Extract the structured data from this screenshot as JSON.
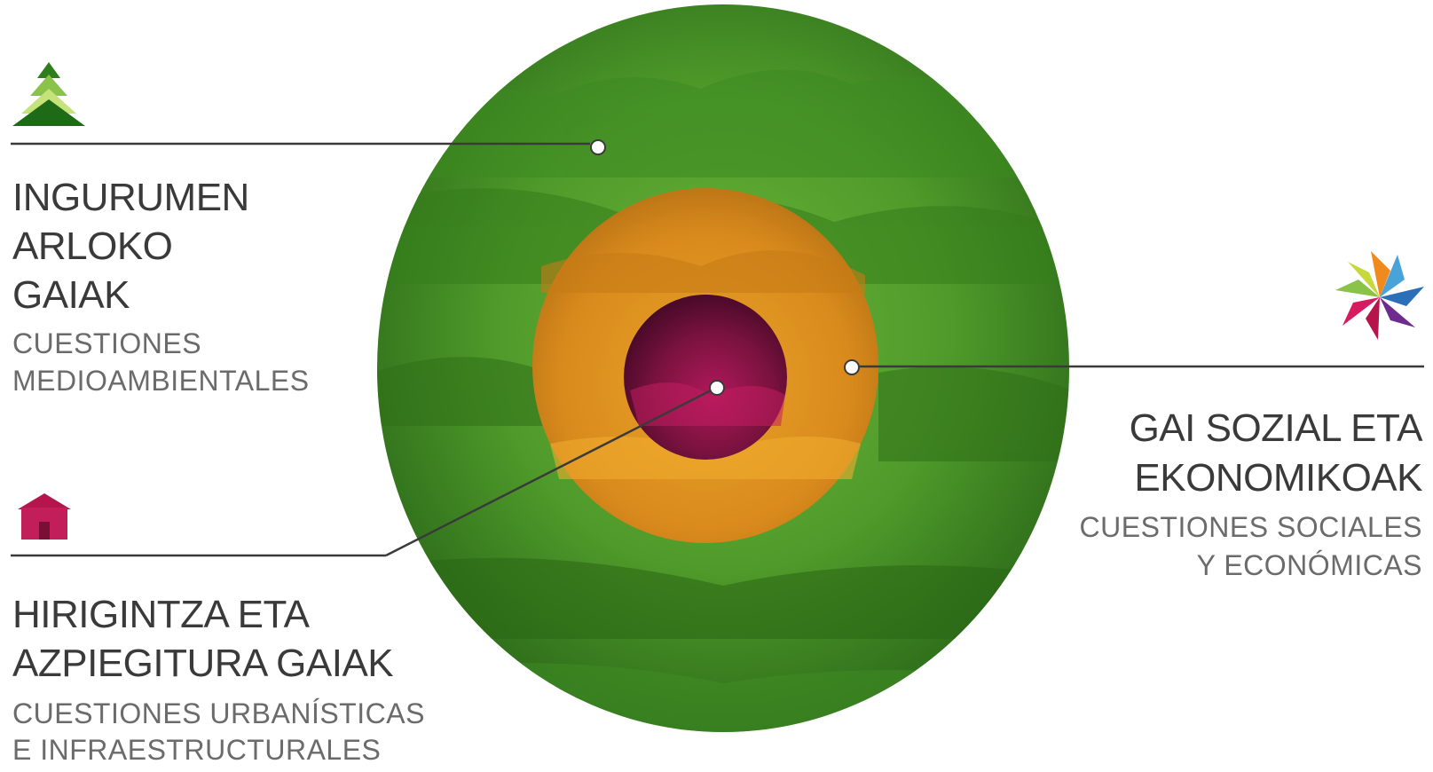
{
  "environmental": {
    "title_lines": [
      "INGURUMEN",
      "ARLOKO",
      "GAIAK"
    ],
    "subtitle_lines": [
      "CUESTIONES",
      "MEDIOAMBIENTALES"
    ],
    "icon": "pine-tree-icon",
    "color": "#2e7d1e"
  },
  "urban": {
    "title_lines": [
      "HIRIGINTZA ETA",
      "AZPIEGITURA GAIAK"
    ],
    "subtitle_lines": [
      "CUESTIONES URBANÍSTICAS",
      "E INFRAESTRUCTURALES"
    ],
    "icon": "house-icon",
    "color": "#b5154b"
  },
  "social": {
    "title_lines": [
      "GAI SOZIAL ETA",
      "EKONOMIKOAK"
    ],
    "subtitle_lines": [
      "CUESTIONES SOCIALES",
      "Y ECONÓMICAS"
    ],
    "icon": "pinwheel-star-icon",
    "color": "#e8921e"
  },
  "rings": {
    "outer_color": "#4f9a2a",
    "middle_color": "#d98a1c",
    "inner_color": "#6b1035"
  }
}
